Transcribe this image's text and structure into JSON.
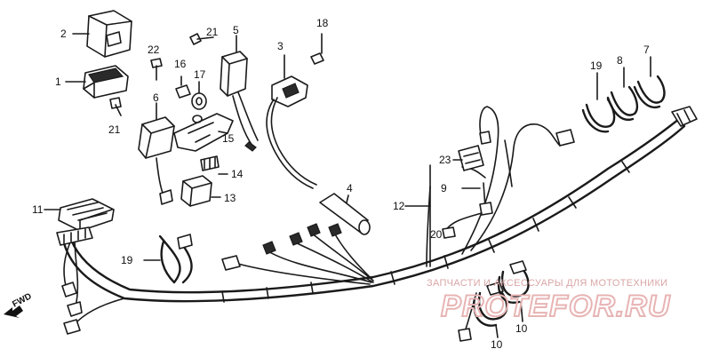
{
  "diagram": {
    "callouts": [
      {
        "id": "c2",
        "label": "2"
      },
      {
        "id": "c1",
        "label": "1"
      },
      {
        "id": "c21a",
        "label": "21"
      },
      {
        "id": "c22",
        "label": "22"
      },
      {
        "id": "c16",
        "label": "16"
      },
      {
        "id": "c17",
        "label": "17"
      },
      {
        "id": "c5",
        "label": "5"
      },
      {
        "id": "c6",
        "label": "6"
      },
      {
        "id": "c21b",
        "label": "21"
      },
      {
        "id": "c15",
        "label": "15"
      },
      {
        "id": "c14",
        "label": "14"
      },
      {
        "id": "c13",
        "label": "13"
      },
      {
        "id": "c3",
        "label": "3"
      },
      {
        "id": "c18",
        "label": "18"
      },
      {
        "id": "c4",
        "label": "4"
      },
      {
        "id": "c11",
        "label": "11"
      },
      {
        "id": "c19a",
        "label": "19"
      },
      {
        "id": "c19b",
        "label": "19"
      },
      {
        "id": "c8",
        "label": "8"
      },
      {
        "id": "c7",
        "label": "7"
      },
      {
        "id": "c23",
        "label": "23"
      },
      {
        "id": "c12",
        "label": "12"
      },
      {
        "id": "c9",
        "label": "9"
      },
      {
        "id": "c20",
        "label": "20"
      },
      {
        "id": "c10a",
        "label": "10"
      },
      {
        "id": "c10b",
        "label": "10"
      }
    ],
    "direction_marker": "FWD",
    "watermark": {
      "line1": "ЗАПЧАСТИ И АКСЕССУАРЫ ДЛЯ МОТОТЕХНИКИ",
      "line2": "PROTEFOR.RU"
    }
  }
}
